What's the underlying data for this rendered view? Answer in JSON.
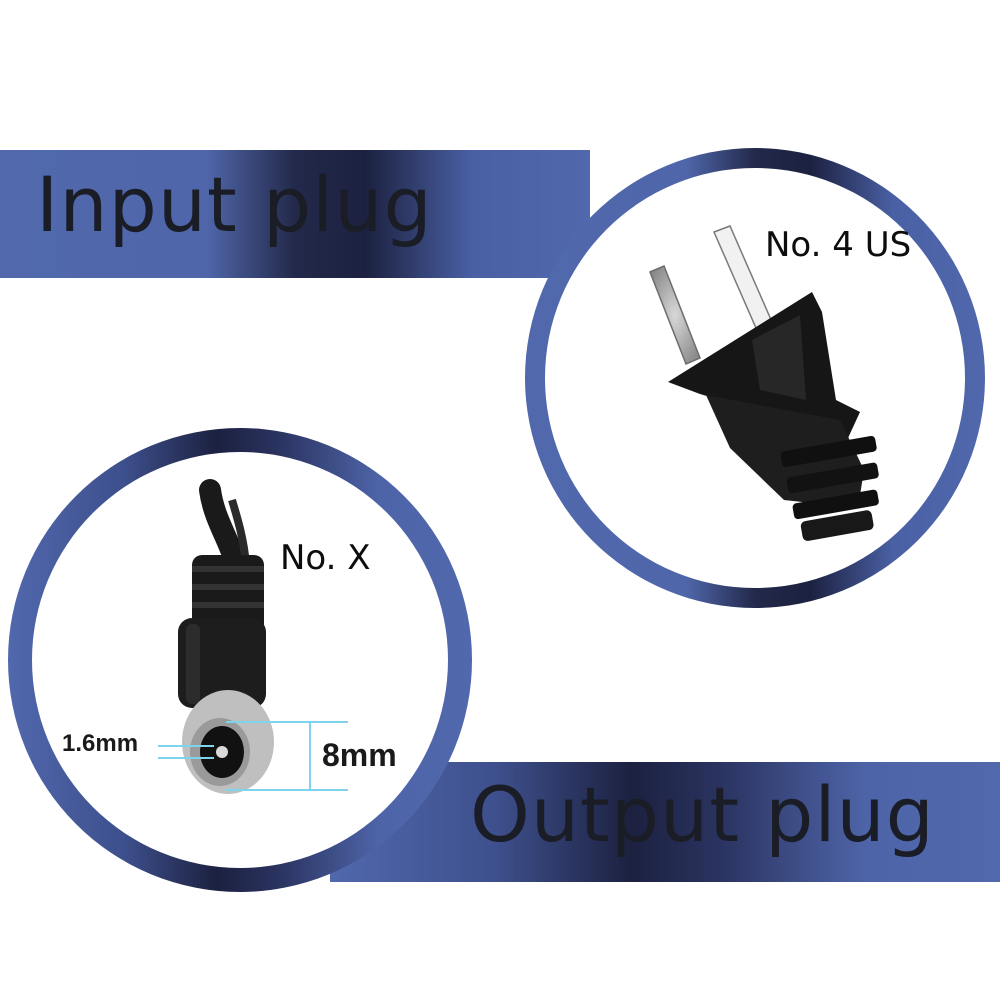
{
  "labels": {
    "input_plug": "Input plug",
    "output_plug": "Output plug",
    "input_model": "No. 4 US",
    "output_model": "No. X",
    "pin_diameter": "1.6mm",
    "outer_diameter": "8mm"
  },
  "colors": {
    "band_blue": "#5168ad",
    "band_dark": "#1c2140",
    "dimension_line": "#7fd3ea",
    "plug_black": "#161616"
  }
}
